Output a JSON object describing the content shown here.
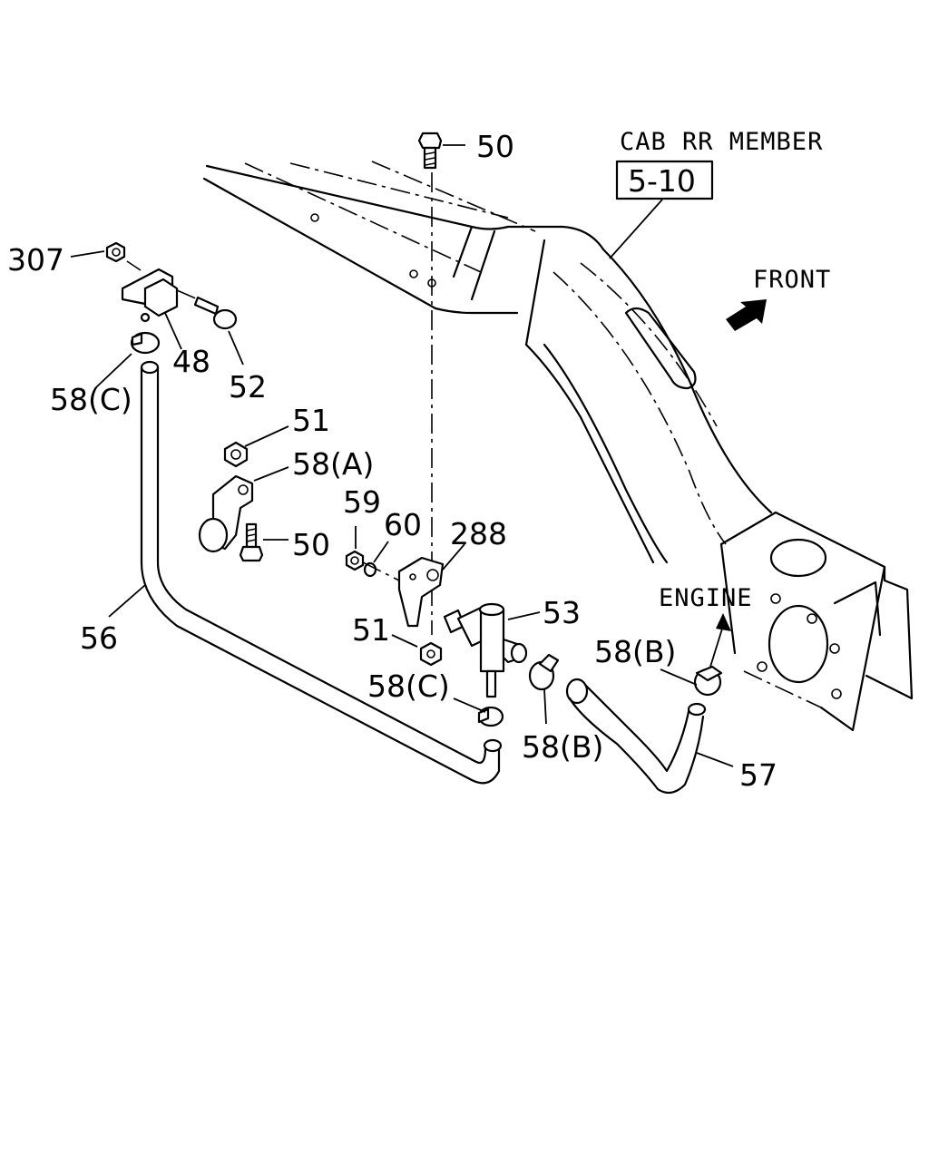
{
  "references": {
    "cab_rr_member_title": "CAB RR MEMBER",
    "cab_rr_member_ref": "5-10"
  },
  "directions": {
    "front": "FRONT",
    "engine": "ENGINE"
  },
  "callouts": {
    "c50_top": "50",
    "c307": "307",
    "c48": "48",
    "c52": "52",
    "c58c_top": "58(C)",
    "c51_top": "51",
    "c58a": "58(A)",
    "c50_mid": "50",
    "c59": "59",
    "c60": "60",
    "c288": "288",
    "c53": "53",
    "c51_bottom": "51",
    "c56": "56",
    "c58c_bottom": "58(C)",
    "c58b_mid": "58(B)",
    "c58b_right": "58(B)",
    "c57": "57"
  }
}
